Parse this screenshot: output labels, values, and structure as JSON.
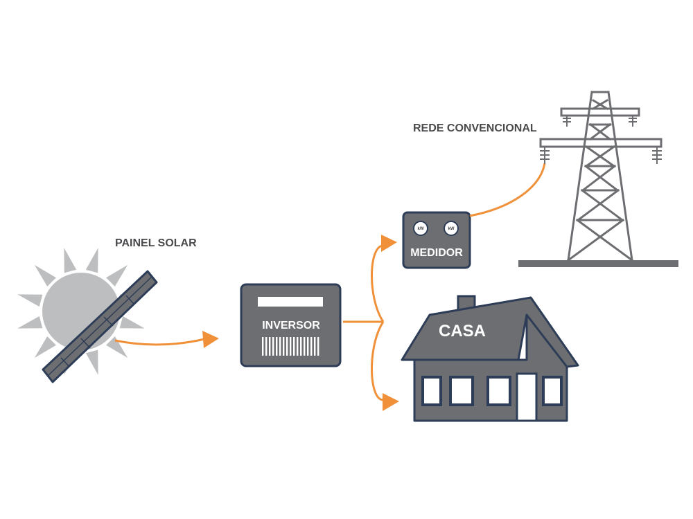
{
  "labels": {
    "solar_panel": "PAINEL SOLAR",
    "inverter": "INVERSOR",
    "meter": "MEDIDOR",
    "grid": "REDE CONVENCIONAL",
    "house": "CASA",
    "meter_dial": "kW"
  },
  "colors": {
    "arrow": "#f0913a",
    "box_fill": "#6d6e71",
    "box_stroke": "#2e3d57",
    "label": "#4a4a4d",
    "sun": "#bcbec0",
    "panel": "#6d6e71",
    "tower": "#6d6e71"
  }
}
